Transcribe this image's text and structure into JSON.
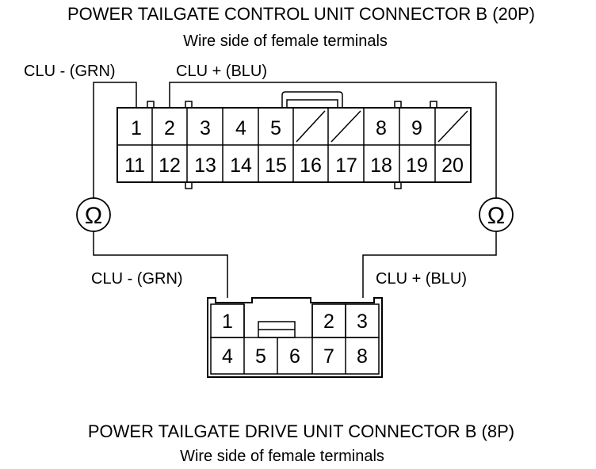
{
  "top_connector": {
    "title": "POWER TAILGATE CONTROL UNIT CONNECTOR B (20P)",
    "subtitle": "Wire side of female terminals",
    "label_minus": "CLU -  (GRN)",
    "label_plus": "CLU +  (BLU)",
    "row1": [
      "1",
      "2",
      "3",
      "4",
      "5",
      "",
      "",
      "8",
      "9",
      ""
    ],
    "row2": [
      "11",
      "12",
      "13",
      "14",
      "15",
      "16",
      "17",
      "18",
      "19",
      "20"
    ]
  },
  "bottom_connector": {
    "title": "POWER TAILGATE DRIVE UNIT CONNECTOR B (8P)",
    "subtitle": "Wire side of female terminals",
    "label_minus": "CLU -  (GRN)",
    "label_plus": "CLU +  (BLU)",
    "row1": [
      "1",
      "",
      "",
      "2",
      "3"
    ],
    "row2": [
      "4",
      "5",
      "6",
      "7",
      "8"
    ]
  },
  "meter_symbol": "Ω",
  "colors": {
    "line": "#000000",
    "background": "#ffffff"
  }
}
